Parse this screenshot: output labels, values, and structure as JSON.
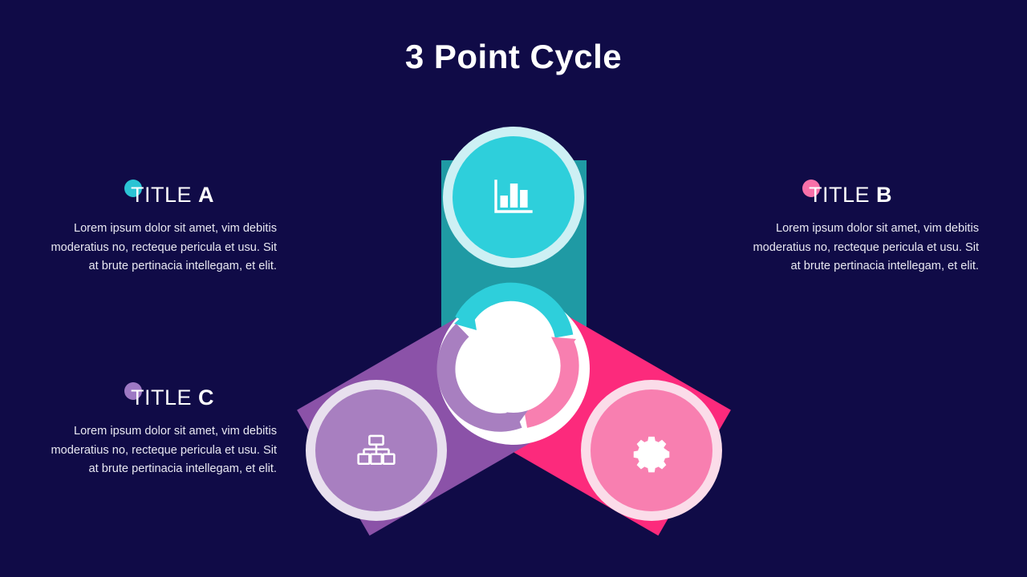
{
  "slide": {
    "title": "3 Point Cycle",
    "background_color": "#100b47"
  },
  "blocks": [
    {
      "id": "a",
      "title_light": "TITLE ",
      "title_bold": "A",
      "body": "Lorem ipsum dolor sit amet, vim debitis moderatius no, recteque pericula et usu. Sit at brute pertinacia intellegam, et elit.",
      "dot_color": "#2bc4d4"
    },
    {
      "id": "b",
      "title_light": "TITLE ",
      "title_bold": "B",
      "body": "Lorem ipsum dolor sit amet, vim debitis moderatius no, recteque pericula et usu. Sit at brute pertinacia intellegam, et elit.",
      "dot_color": "#f970a8"
    },
    {
      "id": "c",
      "title_light": "TITLE ",
      "title_bold": "C",
      "body": "Lorem ipsum dolor sit amet, vim debitis moderatius no, recteque pericula et usu. Sit at brute pertinacia intellegam, et elit.",
      "dot_color": "#9e79c4"
    }
  ],
  "diagram": {
    "type": "3-point-cycle",
    "center_icon": "refresh-cycle-arrows-icon",
    "nodes": [
      {
        "key": "a",
        "icon": "bar-chart-icon",
        "position": "top",
        "circle_fill": "#2ecfdb",
        "circle_ring": "#cdf0f4",
        "blade_color": "#1f9aa4",
        "arrow_color": "#2ecfdb"
      },
      {
        "key": "b",
        "icon": "gear-icon",
        "position": "bottom-right",
        "circle_fill": "#f87fb0",
        "circle_ring": "#fbdce9",
        "blade_color": "#fc2a7c",
        "arrow_color": "#f87fb0"
      },
      {
        "key": "c",
        "icon": "hierarchy-icon",
        "position": "bottom-left",
        "circle_fill": "#a87fc0",
        "circle_ring": "#e8e0ee",
        "blade_color": "#8b52a8",
        "arrow_color": "#a87fc0"
      }
    ]
  }
}
